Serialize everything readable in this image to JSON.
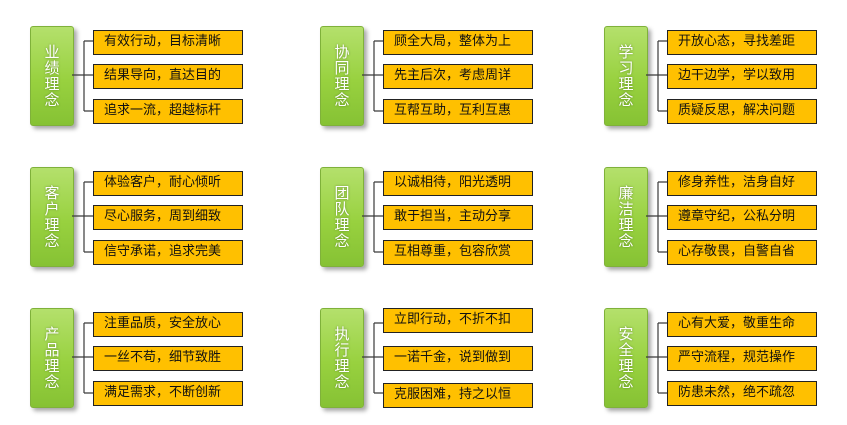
{
  "groups": [
    {
      "concept": "业绩理念",
      "items": [
        "有效行动，目标清晰",
        "结果导向，直达目的",
        "追求一流，超越标杆"
      ]
    },
    {
      "concept": "协同理念",
      "items": [
        "顾全大局，整体为上",
        "先主后次，考虑周详",
        "互帮互助，互利互惠"
      ]
    },
    {
      "concept": "学习理念",
      "items": [
        "开放心态，寻找差距",
        "边干边学，学以致用",
        "质疑反思，解决问题"
      ]
    },
    {
      "concept": "客户理念",
      "items": [
        "体验客户，耐心倾听",
        "尽心服务，周到细致",
        "信守承诺，追求完美"
      ]
    },
    {
      "concept": "团队理念",
      "items": [
        "以诚相待，阳光透明",
        "敢于担当，主动分享",
        "互相尊重，包容欣赏"
      ]
    },
    {
      "concept": "廉洁理念",
      "items": [
        "修身养性，洁身自好",
        "遵章守纪，公私分明",
        "心存敬畏，自警自省"
      ]
    },
    {
      "concept": "产品理念",
      "items": [
        "注重品质，安全放心",
        "一丝不苟，细节致胜",
        "满足需求，不断创新"
      ]
    },
    {
      "concept": "执行理念",
      "items": [
        "立即行动，不折不扣",
        "一诺千金，说到做到",
        "克服困难，持之以恒"
      ]
    },
    {
      "concept": "安全理念",
      "items": [
        "心有大爱，敬重生命",
        "严守流程，规范操作",
        "防患未然，绝不疏忽"
      ]
    }
  ]
}
